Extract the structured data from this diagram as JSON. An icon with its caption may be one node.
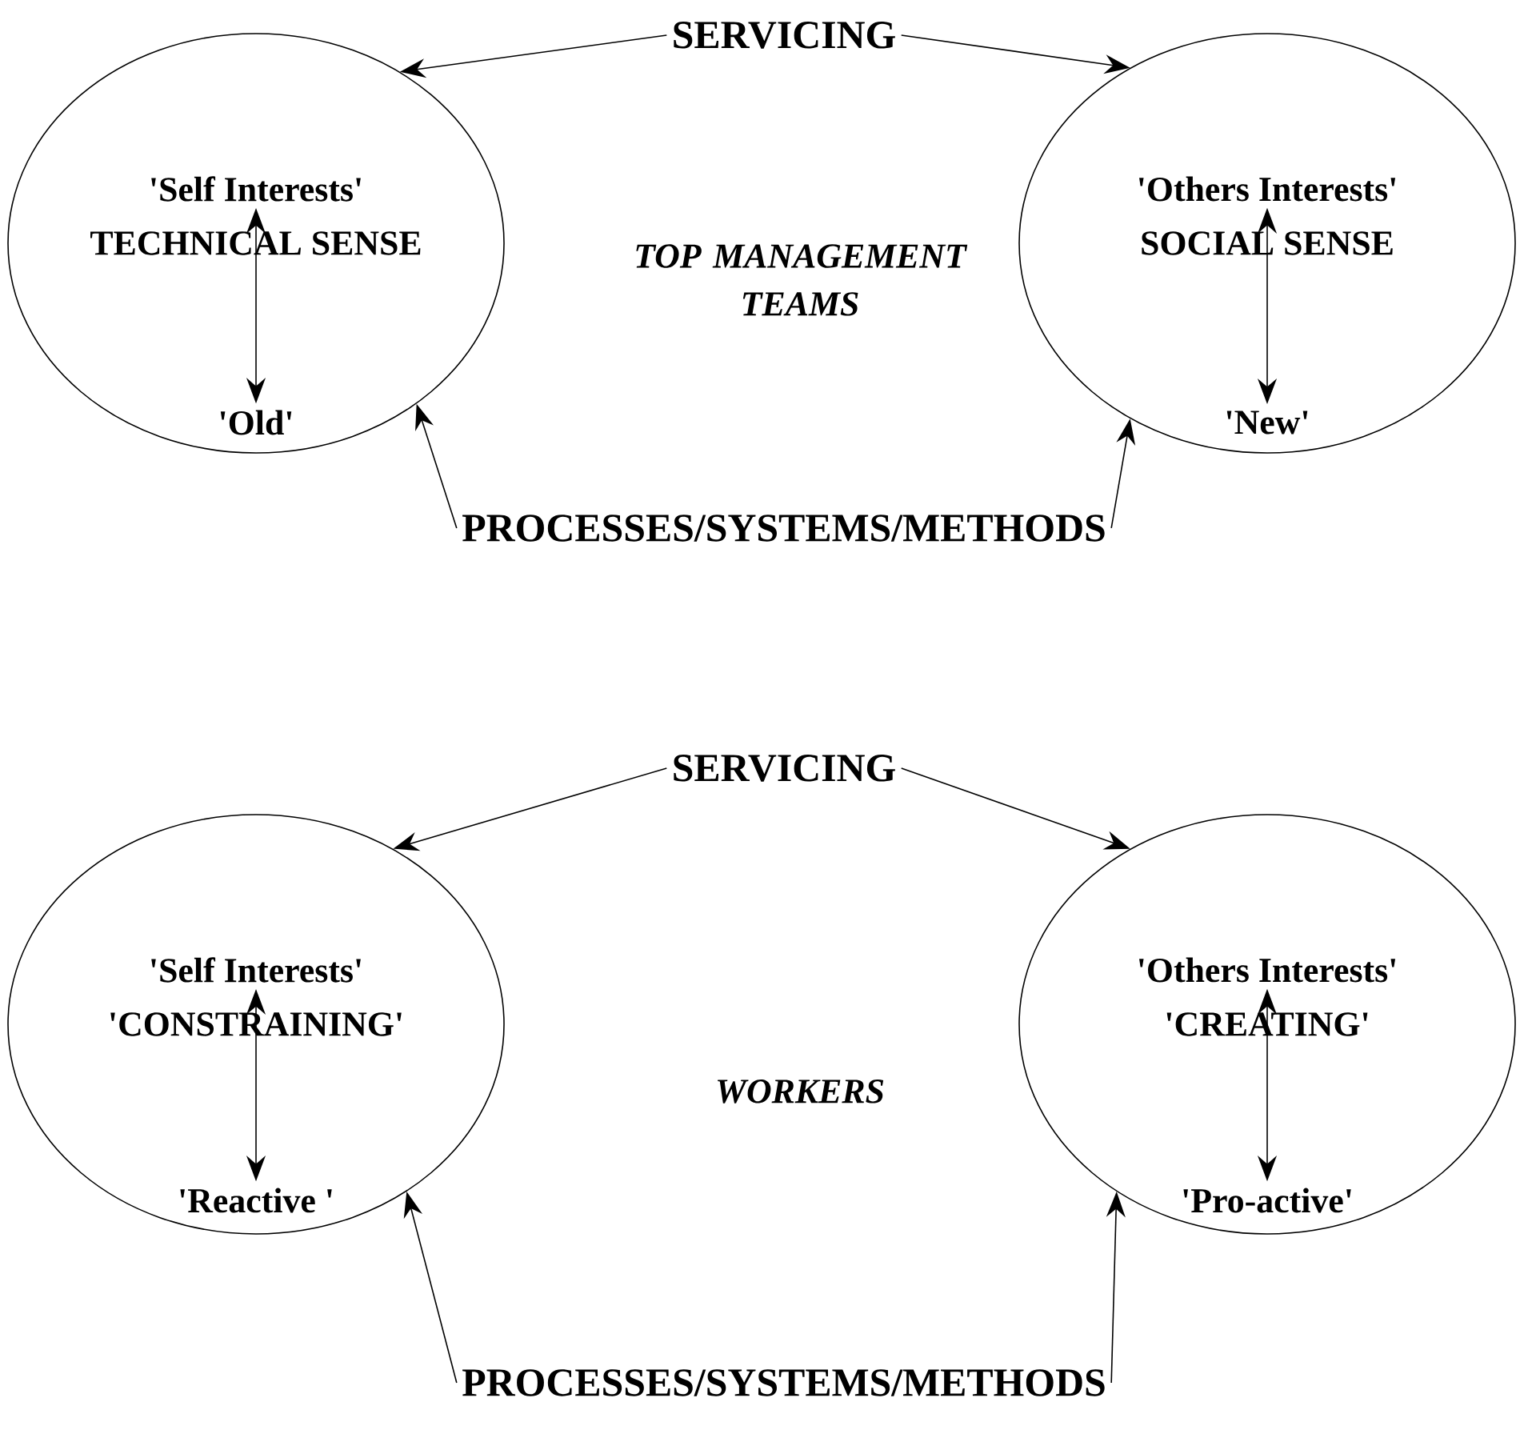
{
  "diagram": {
    "nodes": [
      {
        "text": [
          "SERVICING"
        ]
      },
      {
        "text": [
          "TECHNICAL SENSE"
        ]
      },
      {
        "text": [
          "'Self Interests'"
        ],
        "in": 1
      },
      {
        "text": [
          "'Old'"
        ],
        "in": 1
      },
      {
        "text": [
          "SOCIAL SENSE"
        ]
      },
      {
        "text": [
          "'Others Interests'"
        ],
        "in": 4
      },
      {
        "text": [
          "'New'"
        ],
        "in": 4
      },
      {
        "text": [
          "PROCESSES/SYSTEMS/METHODS"
        ]
      },
      {
        "text": [
          "SERVICING"
        ]
      },
      {
        "text": [
          "'CONSTRAINING'"
        ]
      },
      {
        "text": [
          "'Self Interests'"
        ],
        "in": 9
      },
      {
        "text": [
          "'Reactive '"
        ],
        "in": 9
      },
      {
        "text": [
          "'CREATING'"
        ]
      },
      {
        "text": [
          "'Others Interests'"
        ],
        "in": 12
      },
      {
        "text": [
          "'Pro-active'"
        ],
        "in": 12
      },
      {
        "text": [
          "PROCESSES/SYSTEMS/METHODS"
        ]
      }
    ],
    "edges": [
      {
        "from": 0,
        "to": 1,
        "arrow": "to"
      },
      {
        "from": 0,
        "to": 4,
        "arrow": "to"
      },
      {
        "from": 2,
        "to": 3,
        "arrow": "both"
      },
      {
        "from": 5,
        "to": 6,
        "arrow": "both"
      },
      {
        "from": 7,
        "to": 1,
        "arrow": "to"
      },
      {
        "from": 7,
        "to": 4,
        "arrow": "to"
      },
      {
        "from": 8,
        "to": 9,
        "arrow": "to"
      },
      {
        "from": 8,
        "to": 12,
        "arrow": "to"
      },
      {
        "from": 10,
        "to": 11,
        "arrow": "both"
      },
      {
        "from": 13,
        "to": 14,
        "arrow": "both"
      },
      {
        "from": 15,
        "to": 9,
        "arrow": "to"
      },
      {
        "from": 15,
        "to": 12,
        "arrow": "to"
      }
    ],
    "labels": [
      "TOP MANAGEMENT TEAMS",
      "WORKERS"
    ]
  }
}
